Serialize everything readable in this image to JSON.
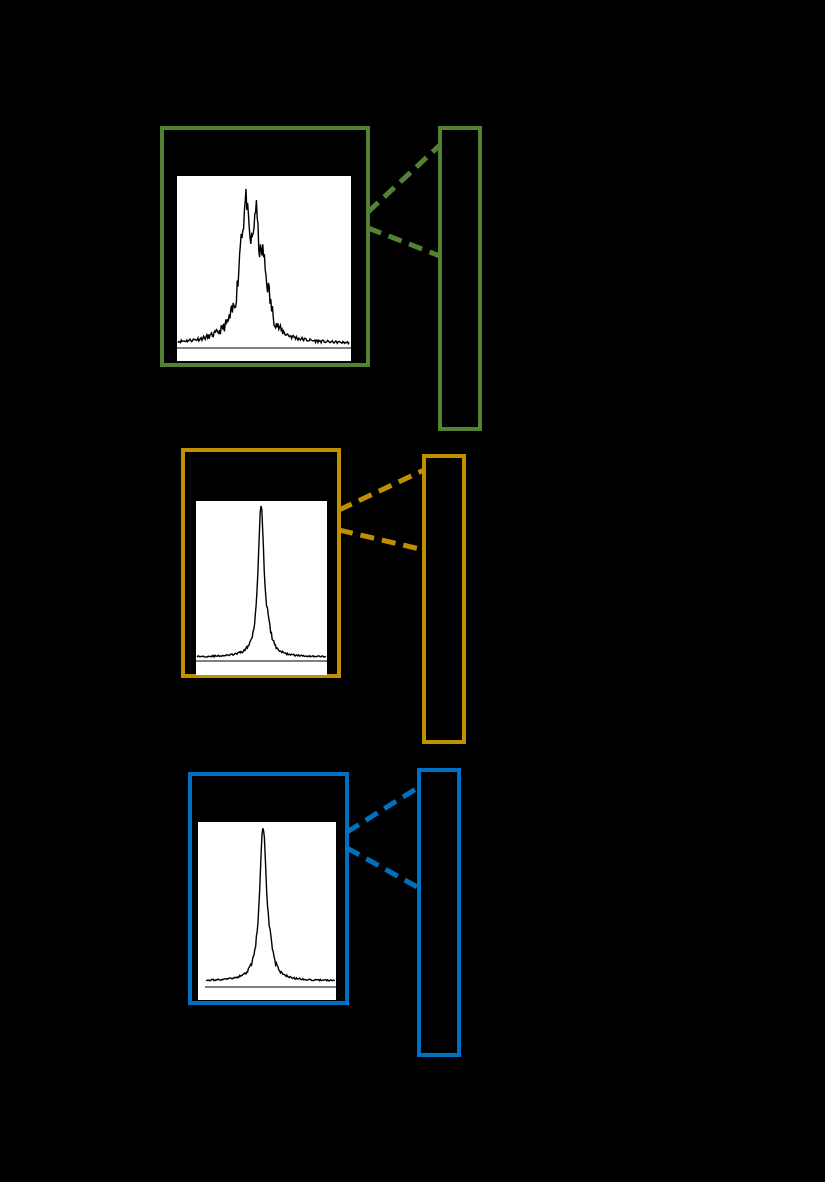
{
  "background": "#000000",
  "panels": [
    {
      "id": "green",
      "color": "#548235",
      "spectrum_shape": "broad-multi-peak"
    },
    {
      "id": "gold",
      "color": "#BF9000",
      "spectrum_shape": "narrow-single-peak"
    },
    {
      "id": "blue",
      "color": "#0070C0",
      "spectrum_shape": "narrow-single-peak"
    }
  ]
}
